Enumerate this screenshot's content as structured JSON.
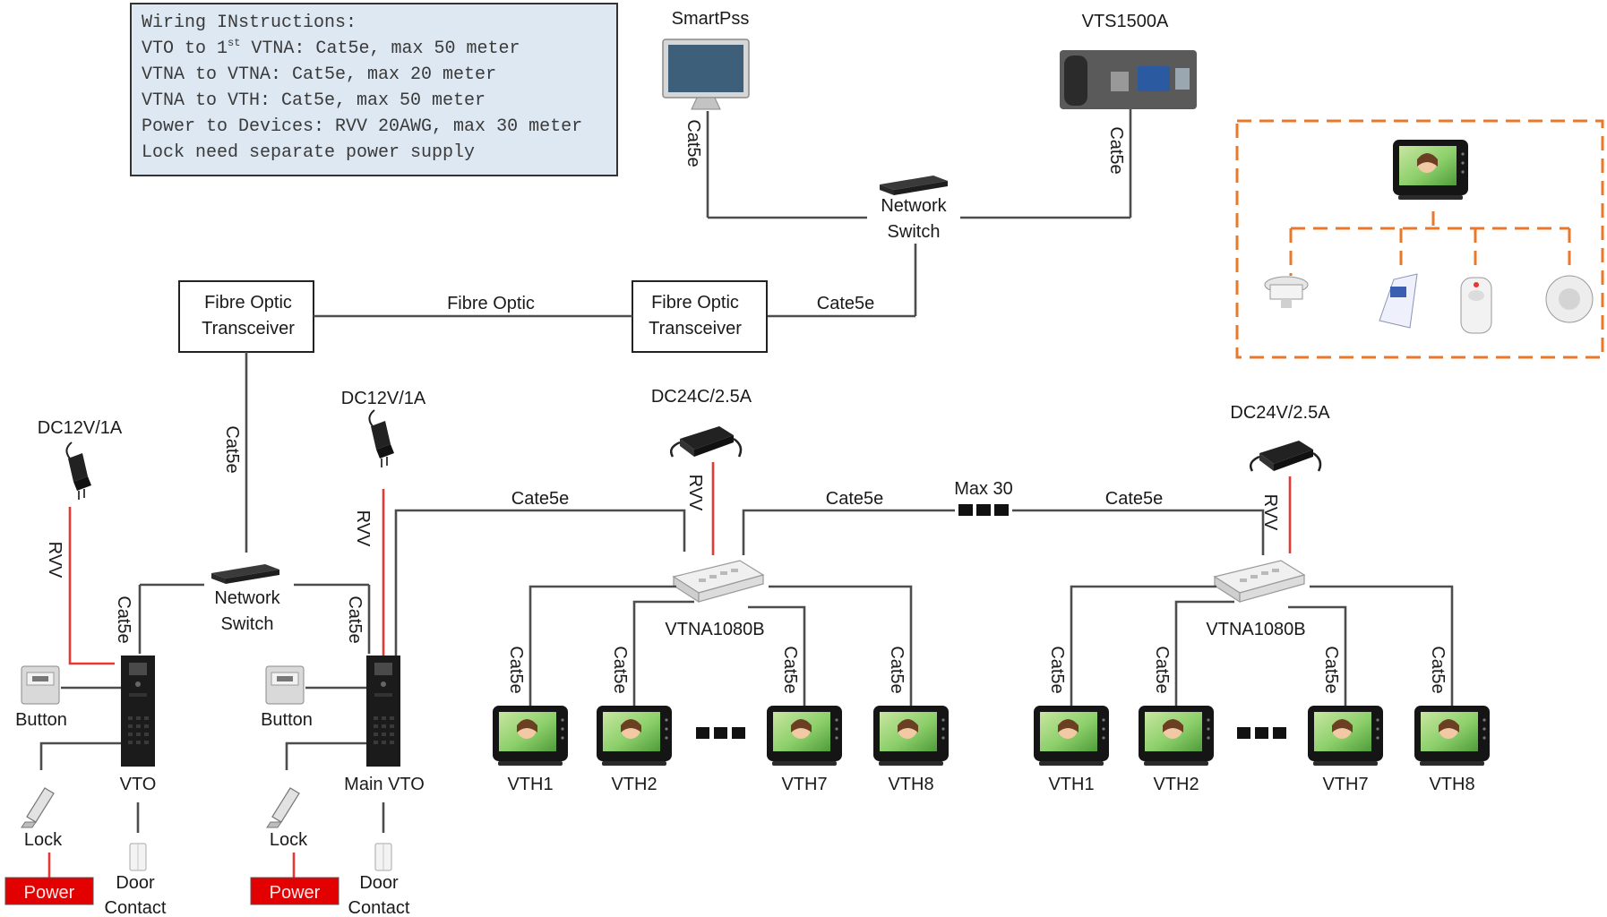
{
  "instructions": {
    "title": "Wiring INstructions:",
    "line1a": "VTO to 1",
    "line1sup": "st",
    "line1b": " VTNA:  Cat5e, max 50 meter",
    "line2": "VTNA to VTNA:  Cat5e, max 20 meter",
    "line3": "VTNA to VTH: Cat5e, max 50 meter",
    "line4": "Power to Devices: RVV 20AWG, max 30 meter",
    "line5": "Lock need separate power supply"
  },
  "devices": {
    "smartpss": "SmartPss",
    "vts": "VTS1500A",
    "network_switch_top": [
      "Network",
      "Switch"
    ],
    "network_switch_left": [
      "Network",
      "Switch"
    ],
    "fibre_left": [
      "Fibre Optic",
      "Transceiver"
    ],
    "fibre_right": [
      "Fibre Optic",
      "Transceiver"
    ],
    "vtna_1": "VTNA1080B",
    "vtna_2": "VTNA1080B",
    "vto": "VTO",
    "main_vto": "Main VTO",
    "button_1": "Button",
    "button_2": "Button",
    "lock_1": "Lock",
    "lock_2": "Lock",
    "power_1": "Power",
    "power_2": "Power",
    "door_contact_1": [
      "Door",
      "Contact"
    ],
    "door_contact_2": [
      "Door",
      "Contact"
    ],
    "vth_group_1": [
      "VTH1",
      "VTH2",
      "VTH7",
      "VTH8"
    ],
    "vth_group_2": [
      "VTH1",
      "VTH2",
      "VTH7",
      "VTH8"
    ]
  },
  "power_supplies": {
    "vto": "DC12V/1A",
    "main_vto": "DC12V/1A",
    "vtna_1": "DC24C/2.5A",
    "vtna_2": "DC24V/2.5A"
  },
  "cable_labels": {
    "smartpss": "Cat5e",
    "vts": "Cat5e",
    "fibre": "Fibre Optic",
    "switch_to_fibre": "Cate5e",
    "fibre_to_switch": "Cat5e",
    "switch_to_vto": "Cat5e",
    "switch_to_main_vto": "Cat5e",
    "main_vto_to_vtna": "Cate5e",
    "vtna_to_vtna_a": "Cate5e",
    "vtna_to_vtna_b": "Cate5e",
    "max": "Max 30",
    "rvv": "RVV",
    "vth": "Cat5e"
  },
  "colors": {
    "wire": "#4d4d4d",
    "power_wire": "#e53935",
    "alarm_group_border": "#e8792a",
    "power_box": "#e30000",
    "instructions_bg": "#dde8f3"
  }
}
